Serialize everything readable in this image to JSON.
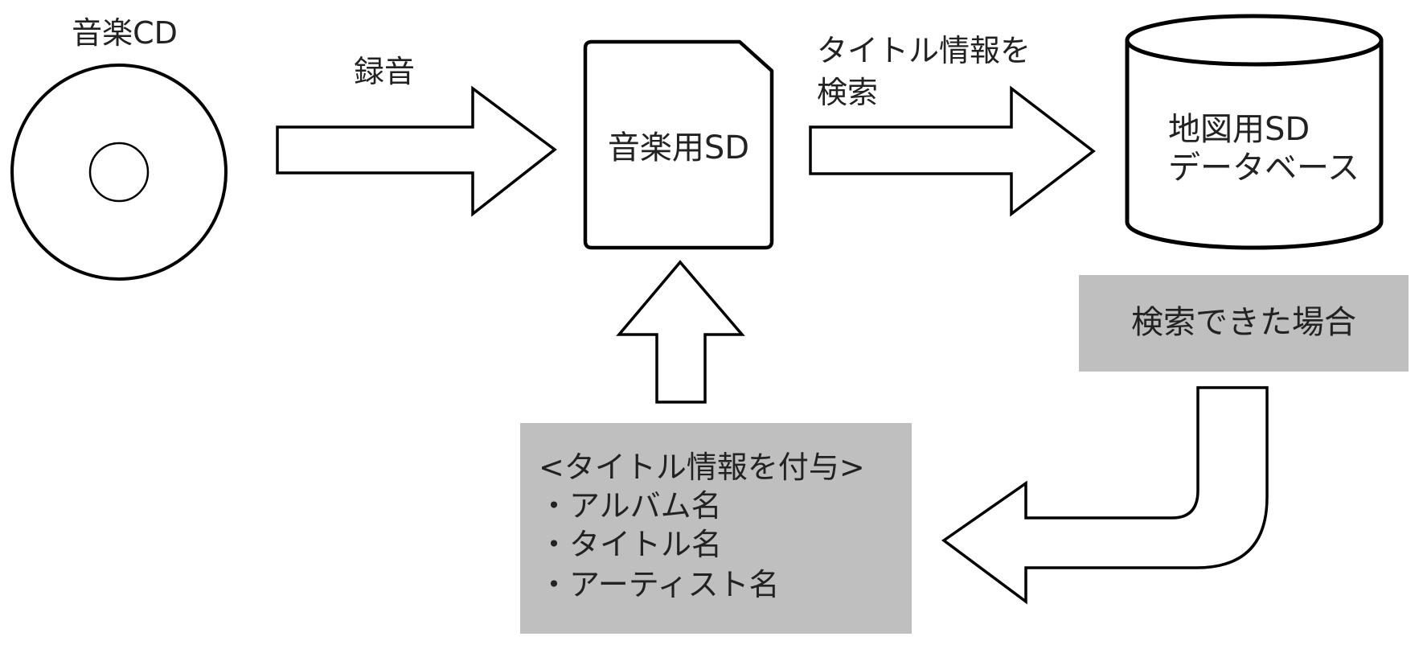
{
  "nodes": {
    "cd": {
      "label": "音楽CD"
    },
    "sd_card": {
      "label": "音楽用SD"
    },
    "database": {
      "label_line1": "地図用SD",
      "label_line2": "データベース"
    }
  },
  "edges": {
    "record": {
      "label": "録音"
    },
    "search": {
      "label_line1": "タイトル情報を",
      "label_line2": "検索"
    }
  },
  "condition_box": {
    "label": "検索できた場合"
  },
  "info_box": {
    "heading": "<タイトル情報を付与>",
    "items": [
      "・アルバム名",
      "・タイトル名",
      "・アーティスト名"
    ]
  },
  "colors": {
    "stroke": "#000000",
    "box_fill": "#bfbfbf",
    "text": "#222222"
  }
}
